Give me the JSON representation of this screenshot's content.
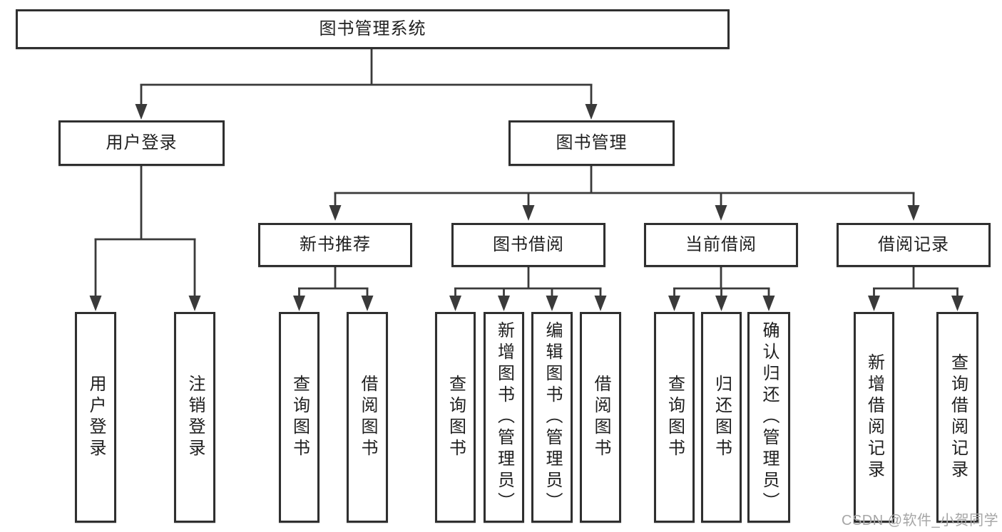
{
  "diagram": {
    "root": "图书管理系统",
    "level2": [
      {
        "label": "用户登录"
      },
      {
        "label": "图书管理"
      }
    ],
    "level3": [
      {
        "label": "新书推荐"
      },
      {
        "label": "图书借阅"
      },
      {
        "label": "当前借阅"
      },
      {
        "label": "借阅记录"
      }
    ],
    "leaves": {
      "user_login": [
        {
          "label": "用户登录"
        },
        {
          "label": "注销登录"
        }
      ],
      "new_book_recommend": [
        {
          "label": "查询图书"
        },
        {
          "label": "借阅图书"
        }
      ],
      "book_borrow": [
        {
          "label": "查询图书"
        },
        {
          "label": "新增图书（管理员）"
        },
        {
          "label": "编辑图书（管理员）"
        },
        {
          "label": "借阅图书"
        }
      ],
      "current_borrow": [
        {
          "label": "查询图书"
        },
        {
          "label": "归还图书"
        },
        {
          "label": "确认归还（管理员）"
        }
      ],
      "borrow_records": [
        {
          "label": "新增借阅记录"
        },
        {
          "label": "查询借阅记录"
        }
      ]
    }
  },
  "watermark": {
    "text": "CSDN @软件_小贺同学",
    "color": "#a6a6a6"
  },
  "colors": {
    "line": "#3a3a3a",
    "box_border": "#2f2f2f",
    "box_fill": "#ffffff",
    "text": "#1f1f1f",
    "background": "#ffffff"
  }
}
